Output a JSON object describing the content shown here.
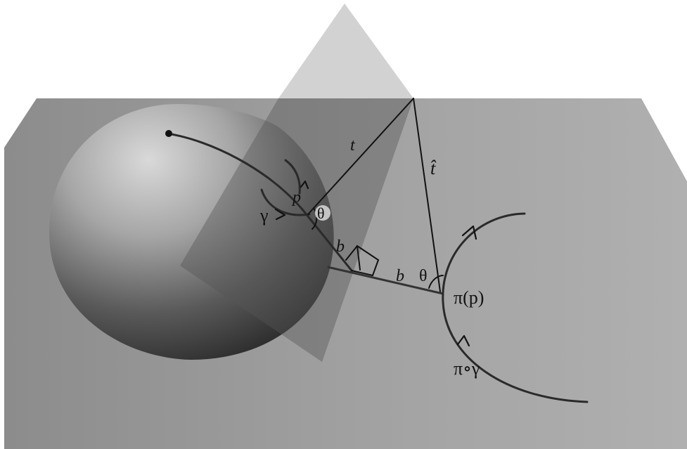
{
  "labels": {
    "t": "t",
    "t_hat": "t̂",
    "p": "p",
    "gamma": "γ",
    "theta_near": "θ",
    "theta_far": "θ",
    "b_near": "b",
    "b_far": "b",
    "pi_p": "π(p)",
    "pi_gamma": "π∘γ"
  }
}
